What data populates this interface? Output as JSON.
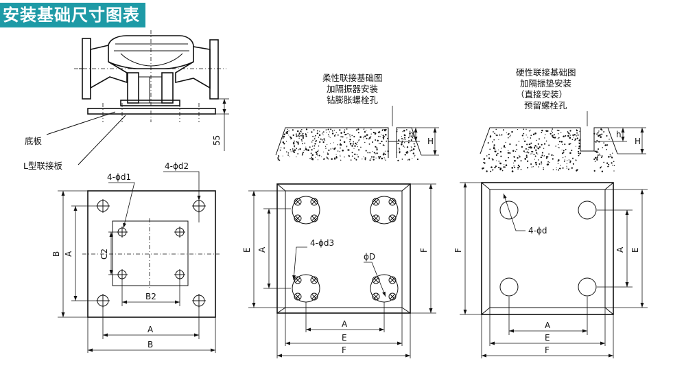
{
  "header": {
    "title": "安装基础尺寸图表"
  },
  "pump": {
    "base_plate_label": "底板",
    "l_bracket_label": "L型联接板",
    "height_dim": "55"
  },
  "plan1": {
    "bolt_d1": "4-ϕd1",
    "bolt_d2": "4-ϕd2",
    "dim_a_bottom": "A",
    "dim_b_bottom": "B",
    "dim_b2": "B2",
    "dim_b_left": "B",
    "dim_a_left": "A",
    "dim_c2": "C2"
  },
  "flexible": {
    "caption_line1": "柔性联接基础图",
    "caption_line2": "加隔振器安装",
    "caption_line3": "钻膨胀螺栓孔",
    "dim_h_small": "h",
    "dim_h_big": "H",
    "bolt_d3": "4-ϕd3",
    "dia_d": "ϕD",
    "dim_a_bottom": "A",
    "dim_e_bottom": "E",
    "dim_f_bottom": "F",
    "dim_e_left": "E",
    "dim_a_left": "A",
    "dim_f_right": "F"
  },
  "rigid": {
    "caption_line1": "硬性联接基础图",
    "caption_line2": "加隔振垫安装",
    "caption_line3": "（直接安装）",
    "caption_line4": "预留螺栓孔",
    "dim_h_small": "h",
    "dim_h_big": "H",
    "bolt_d": "4-ϕd",
    "dim_a_bottom": "A",
    "dim_e_bottom": "E",
    "dim_f_bottom": "F",
    "dim_f_left": "F",
    "dim_a_right": "A",
    "dim_e_right": "E"
  }
}
